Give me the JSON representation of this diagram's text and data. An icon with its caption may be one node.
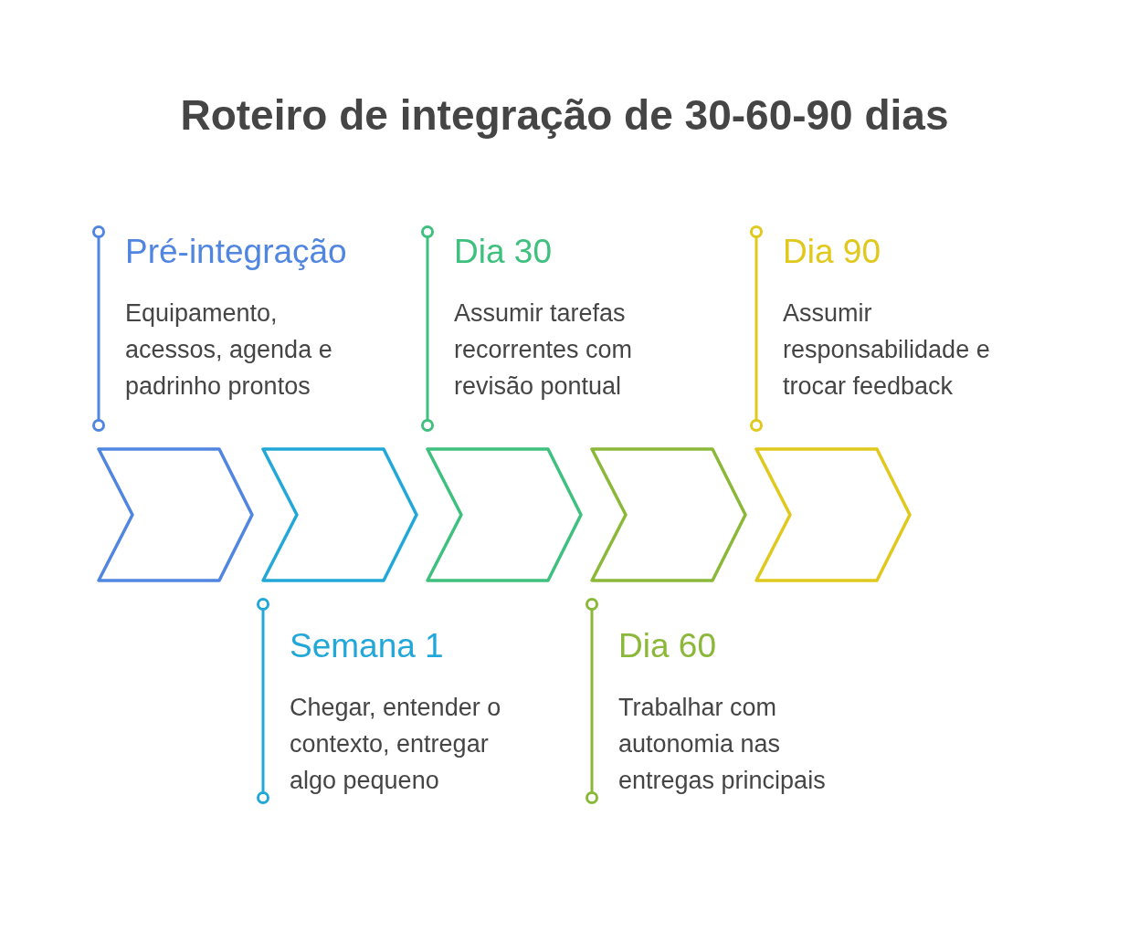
{
  "diagram": {
    "title": "Roteiro de integração de 30-60-90 dias",
    "nodes": [
      {
        "text": [],
        "shape": "chevron",
        "beside": [
          "Pré-integração",
          "Equipamento, acessos, agenda e padrinho prontos"
        ]
      },
      {
        "text": [],
        "shape": "chevron",
        "beside": [
          "Semana 1",
          "Chegar, entender o contexto, entregar algo pequeno"
        ]
      },
      {
        "text": [],
        "shape": "chevron",
        "beside": [
          "Dia 30",
          "Assumir tarefas recorrentes com revisão pontual"
        ]
      },
      {
        "text": [],
        "shape": "chevron",
        "beside": [
          "Dia 60",
          "Trabalhar com autonomia nas entregas principais"
        ]
      },
      {
        "text": [],
        "shape": "chevron",
        "beside": [
          "Dia 90",
          "Assumir responsabilidade e trocar feedback"
        ]
      }
    ]
  }
}
